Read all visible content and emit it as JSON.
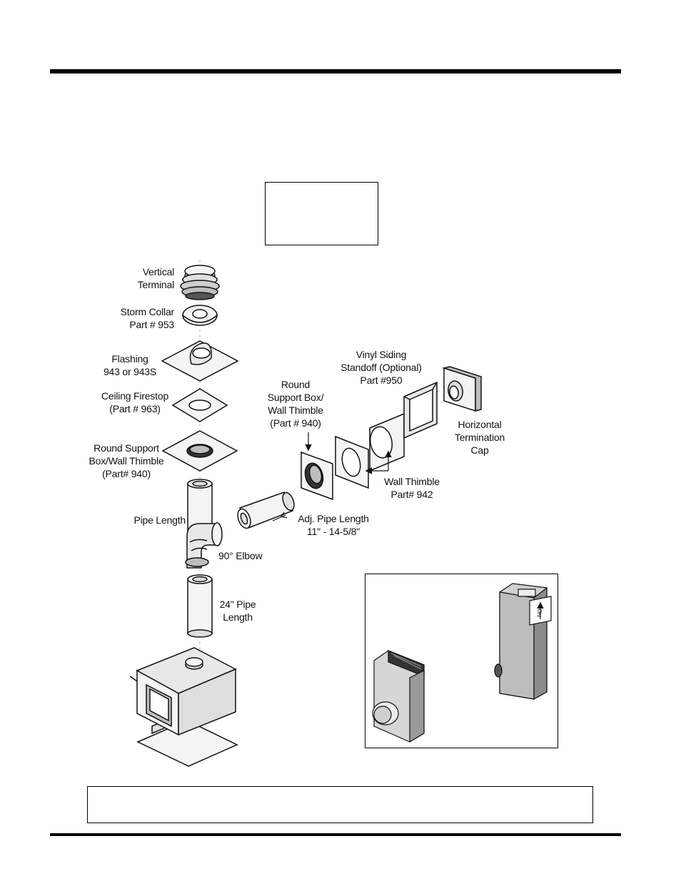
{
  "labels": {
    "vertical_terminal": [
      "Vertical",
      "Terminal"
    ],
    "storm_collar": [
      "Storm Collar",
      "Part # 953"
    ],
    "flashing": [
      "Flashing",
      "943 or 943S"
    ],
    "ceiling_firestop": [
      "Ceiling Firestop",
      "(Part # 963)"
    ],
    "round_support_box_left": [
      "Round Support",
      "Box/Wall Thimble",
      "(Part# 940)"
    ],
    "pipe_length": "Pipe Length",
    "elbow_90": "90° Elbow",
    "pipe_24": [
      "24\" Pipe",
      "Length"
    ],
    "round_support_box_mid": [
      "Round",
      "Support Box/",
      "Wall Thimble",
      "(Part # 940)"
    ],
    "adj_pipe_length": [
      "Adj. Pipe Length",
      "11\" - 14-5/8\""
    ],
    "vinyl_siding": [
      "Vinyl Siding",
      "Standoff (Optional)",
      "Part #950"
    ],
    "horizontal_cap": [
      "Horizontal",
      "Termination",
      "Cap"
    ],
    "wall_thimble": [
      "Wall Thimble",
      "Part# 942"
    ],
    "hot": "HOT"
  },
  "colors": {
    "ink": "#111111",
    "part_fill": "#f4f4f4",
    "shade": "#bdbdbd",
    "dark": "#555555"
  }
}
